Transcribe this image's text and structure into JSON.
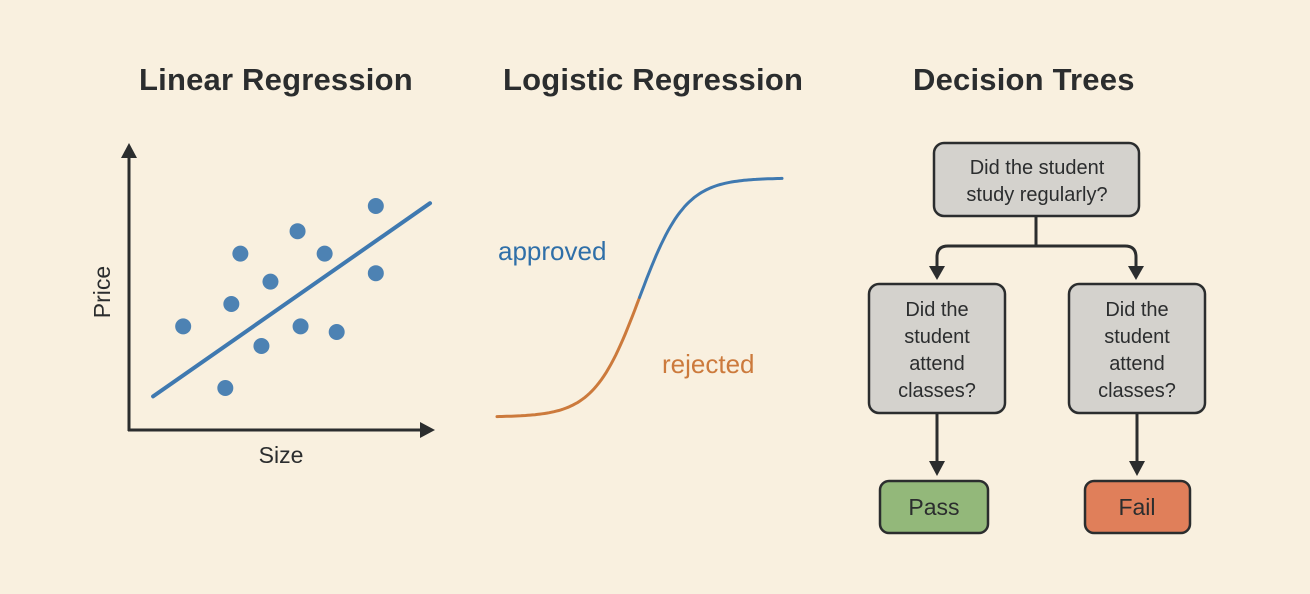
{
  "colors": {
    "background": "#f9f0df",
    "text": "#2b2d2e",
    "point_blue": "#4d82b3",
    "line_blue": "#3f79b0",
    "approved_blue": "#2f6fa8",
    "rejected_orange": "#cc7a3c",
    "node_fill": "#d4d2cd",
    "pass_fill": "#93b87a",
    "fail_fill": "#e07f5a"
  },
  "panels": {
    "linear": {
      "title": "Linear Regression"
    },
    "logistic": {
      "title": "Logistic Regression"
    },
    "tree": {
      "title": "Decision Trees"
    }
  },
  "chart_data": [
    {
      "type": "scatter",
      "title": "Linear Regression",
      "xlabel": "Size",
      "ylabel": "Price",
      "xlim": [
        0,
        10
      ],
      "ylim": [
        0,
        10
      ],
      "grid": false,
      "ticks": false,
      "points": [
        {
          "x": 1.8,
          "y": 3.7
        },
        {
          "x": 3.2,
          "y": 1.5
        },
        {
          "x": 3.4,
          "y": 4.5
        },
        {
          "x": 3.7,
          "y": 6.3
        },
        {
          "x": 4.4,
          "y": 3.0
        },
        {
          "x": 4.7,
          "y": 5.3
        },
        {
          "x": 5.6,
          "y": 7.1
        },
        {
          "x": 5.7,
          "y": 3.7
        },
        {
          "x": 6.5,
          "y": 6.3
        },
        {
          "x": 6.9,
          "y": 3.5
        },
        {
          "x": 8.2,
          "y": 8.0
        },
        {
          "x": 8.2,
          "y": 5.6
        }
      ],
      "fit_line": {
        "x0": 0.8,
        "y0": 1.2,
        "x1": 10.0,
        "y1": 8.1
      }
    },
    {
      "type": "line",
      "title": "Logistic Regression",
      "curve": "sigmoid",
      "xlim": [
        -6,
        6
      ],
      "ylim": [
        0,
        1
      ],
      "midpoint": 0,
      "segments": [
        {
          "name": "rejected",
          "range": [
            -6,
            0
          ]
        },
        {
          "name": "approved",
          "range": [
            0,
            6
          ]
        }
      ],
      "annotations": [
        "approved",
        "rejected"
      ]
    }
  ],
  "tree": {
    "root": {
      "text": [
        "Did the student",
        "study regularly?"
      ]
    },
    "left": {
      "text": [
        "Did the",
        "student",
        "attend",
        "classes?"
      ]
    },
    "right": {
      "text": [
        "Did the",
        "student",
        "attend",
        "classes?"
      ]
    },
    "leaf_left": {
      "text": "Pass"
    },
    "leaf_right": {
      "text": "Fail"
    }
  }
}
